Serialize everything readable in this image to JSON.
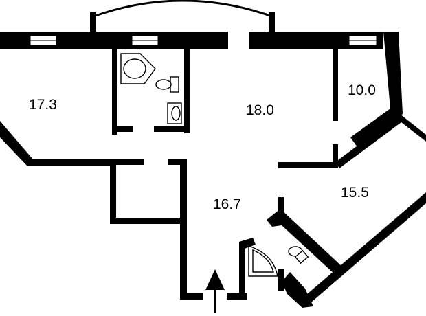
{
  "plan": {
    "rooms": [
      {
        "id": "room-left",
        "area": "17.3"
      },
      {
        "id": "room-center",
        "area": "18.0"
      },
      {
        "id": "room-small",
        "area": "10.0"
      },
      {
        "id": "room-hall",
        "area": "16.7"
      },
      {
        "id": "room-right",
        "area": "15.5"
      }
    ],
    "icons": {
      "bathtub": "bathtub-icon",
      "toilet": "toilet-icon",
      "sink": "sink-icon",
      "shower": "shower-icon",
      "entrance": "entrance-arrow-icon"
    },
    "colors": {
      "wall": "#000000",
      "background": "#ffffff"
    }
  }
}
